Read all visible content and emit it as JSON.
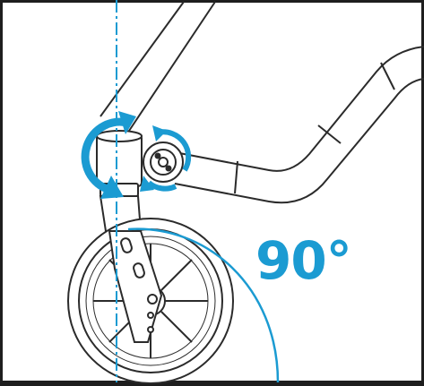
{
  "diagram": {
    "angle_label": "90°"
  },
  "colors": {
    "accent": "#1b9bd2",
    "line_art": "#2b2b2b",
    "background": "#ffffff"
  },
  "icons": {
    "rotation_arrows": [
      "caster-swivel-rotation-arrow",
      "axle-lock-rotation-arrow"
    ]
  }
}
